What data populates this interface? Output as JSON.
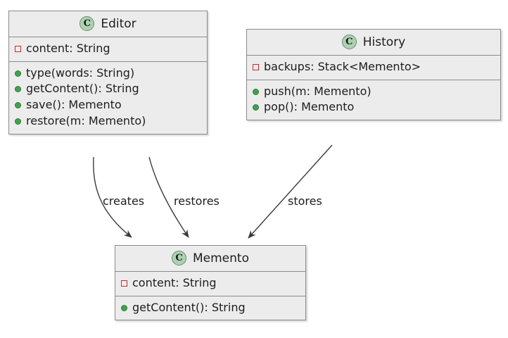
{
  "diagram": {
    "type": "uml-class-diagram",
    "pattern": "Memento",
    "background_color": "#FFFFFF",
    "box_fill_color": "#ECECEC",
    "box_border_color": "#8A8A8A",
    "class_icon_color": "#ADD1B2",
    "private_marker_color": "#C82930",
    "public_marker_color": "#3FA34D",
    "edge_color": "#3A3A3A"
  },
  "classes": [
    {
      "id": "editor",
      "name": "Editor",
      "icon": "class-icon-C",
      "icon_letter": "C",
      "fields": [
        {
          "visibility": "private",
          "text": "content: String"
        }
      ],
      "methods": [
        {
          "visibility": "public",
          "text": "type(words: String)"
        },
        {
          "visibility": "public",
          "text": "getContent(): String"
        },
        {
          "visibility": "public",
          "text": "save(): Memento"
        },
        {
          "visibility": "public",
          "text": "restore(m: Memento)"
        }
      ]
    },
    {
      "id": "history",
      "name": "History",
      "icon": "class-icon-C",
      "icon_letter": "C",
      "fields": [
        {
          "visibility": "private",
          "text": "backups: Stack<Memento>"
        }
      ],
      "methods": [
        {
          "visibility": "public",
          "text": "push(m: Memento)"
        },
        {
          "visibility": "public",
          "text": "pop(): Memento"
        }
      ]
    },
    {
      "id": "memento",
      "name": "Memento",
      "icon": "class-icon-C",
      "icon_letter": "C",
      "fields": [
        {
          "visibility": "private",
          "text": "content: String"
        }
      ],
      "methods": [
        {
          "visibility": "public",
          "text": "getContent(): String"
        }
      ]
    }
  ],
  "relations": [
    {
      "id": "creates",
      "from": "Editor",
      "to": "Memento",
      "label": "creates",
      "arrow": "open-arrow-filled"
    },
    {
      "id": "restores",
      "from": "Editor",
      "to": "Memento",
      "label": "restores",
      "arrow": "open-arrow-filled"
    },
    {
      "id": "stores",
      "from": "History",
      "to": "Memento",
      "label": "stores",
      "arrow": "open-arrow-filled"
    }
  ]
}
